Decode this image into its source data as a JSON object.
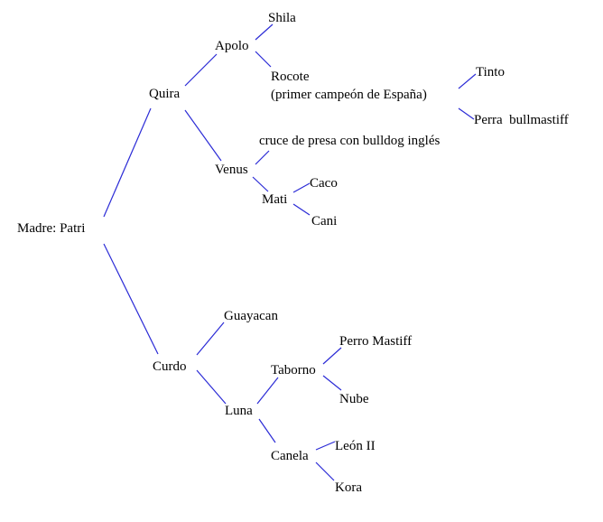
{
  "line_color": "#2b2bd6",
  "text_color": "#000000",
  "background": "#ffffff",
  "nodes": {
    "shila": "Shila",
    "apolo": "Apolo",
    "rocote": "Rocote",
    "rocote_note": "(primer campeón de España)",
    "tinto": "Tinto",
    "perra_bullmastiff": "Perra  bullmastiff",
    "quira": "Quira",
    "cruce": "cruce de presa con bulldog inglés",
    "venus": "Venus",
    "mati": "Mati",
    "caco": "Caco",
    "cani": "Cani",
    "madre": "Madre: Patri",
    "guayacan": "Guayacan",
    "perro_mastiff": "Perro Mastiff",
    "curdo": "Curdo",
    "taborno": "Taborno",
    "nube": "Nube",
    "luna": "Luna",
    "leon": "León II",
    "canela": "Canela",
    "kora": "Kora"
  }
}
